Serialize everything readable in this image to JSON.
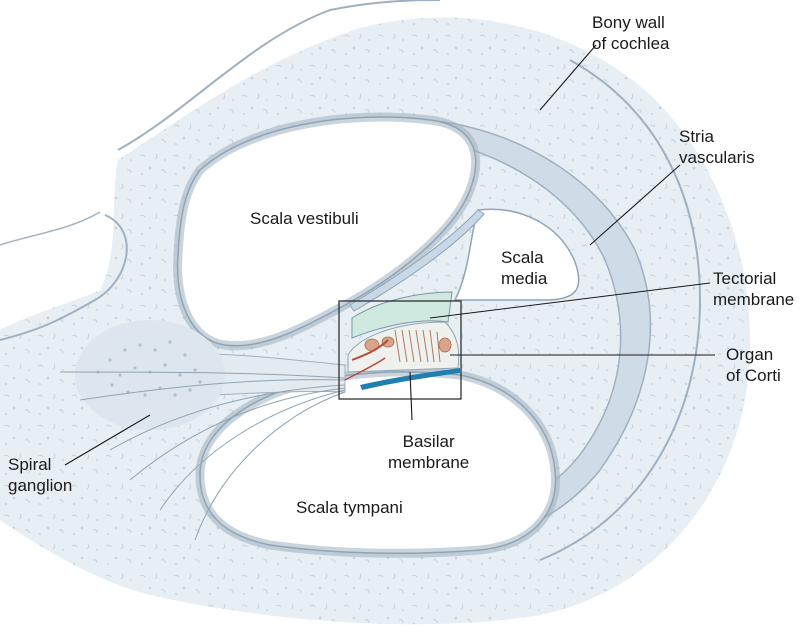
{
  "labels": {
    "bony_wall": [
      "Bony wall",
      "of cochlea"
    ],
    "stria_vascularis": [
      "Stria",
      "vascularis"
    ],
    "scala_vestibuli": "Scala vestibuli",
    "scala_media": [
      "Scala",
      "media"
    ],
    "tectorial_membrane": [
      "Tectorial",
      "membrane"
    ],
    "organ_of_corti": [
      "Organ",
      "of Corti"
    ],
    "basilar_membrane": [
      "Basilar",
      "membrane"
    ],
    "spiral_ganglion": [
      "Spiral",
      "ganglion"
    ],
    "scala_tympani": "Scala tympani"
  },
  "colors": {
    "bone": "#e6edf3",
    "bone_dark": "#cfdbe5",
    "membrane": "#c9d8e6",
    "outline": "#8fa4b5",
    "tectorial": "#cfe8e0",
    "basilar": "#1f7fb0",
    "hair_cell": "#c98b6a",
    "nerve_red": "#b84a3a"
  }
}
